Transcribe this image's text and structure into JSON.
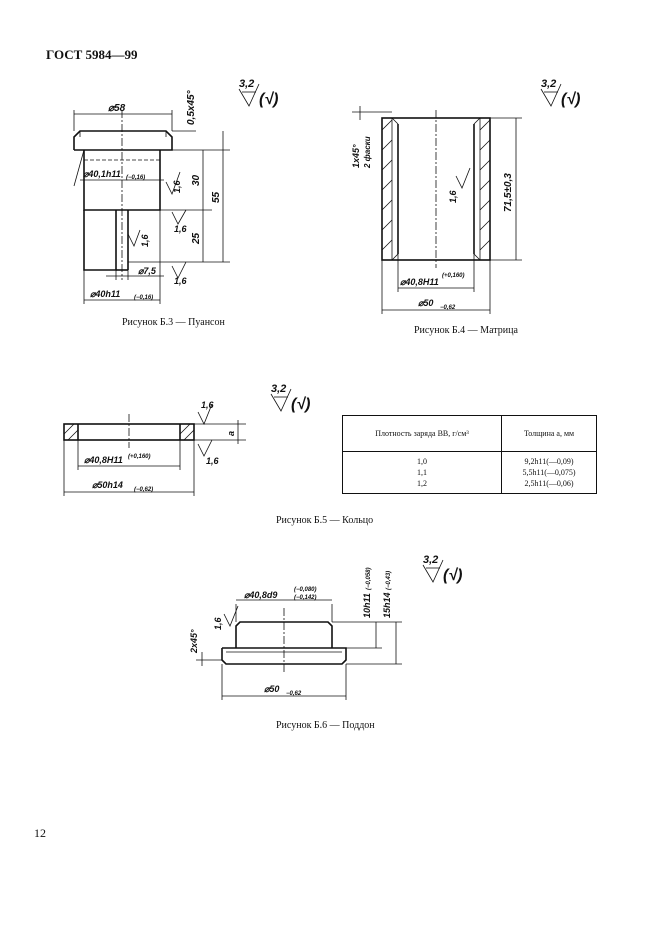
{
  "header": {
    "standard": "ГОСТ 5984—99"
  },
  "page_number": "12",
  "rough_sign": {
    "value": "3,2",
    "check": "(√)"
  },
  "fig_b3": {
    "caption": "Рисунок Б.3 — Пуансон",
    "dims": {
      "d58": "⌀58",
      "chamfer": "0,5x45°",
      "d40_1": "⌀40,1h11",
      "d40_1_tol": "(−0,16)",
      "l30": "30",
      "l55": "55",
      "l25": "25",
      "d7_5": "⌀7,5",
      "d40": "⌀40h11",
      "d40_tol": "(−0,16)"
    },
    "roughness": [
      "1,6",
      "1,6",
      "1,6",
      "1,6"
    ]
  },
  "fig_b4": {
    "caption": "Рисунок Б.4 — Матрица",
    "dims": {
      "chamfer": "1x45°",
      "chamfer_note": "2 фаски",
      "length": "71,5±0,3",
      "bore": "⌀40,8H11",
      "bore_tol": "(+0,160)",
      "outer": "⌀50",
      "outer_tol": "−0,62"
    },
    "roughness": "1,6"
  },
  "fig_b5": {
    "caption": "Рисунок Б.5 — Кольцо",
    "dims": {
      "bore": "⌀40,8H11",
      "bore_tol": "(+0,160)",
      "outer": "⌀50h14",
      "outer_tol": "(−0,62)",
      "thickness": "a"
    },
    "roughness": [
      "1,6",
      "1,6"
    ],
    "table": {
      "headers": [
        "Плотность заряда ВВ, г/см³",
        "Толщина а, мм"
      ],
      "rows": [
        [
          "1,0",
          "9,2h11(—0,09)"
        ],
        [
          "1,1",
          "5,5h11(—0,075)"
        ],
        [
          "1,2",
          "2,5h11(—0,06)"
        ]
      ]
    }
  },
  "fig_b6": {
    "caption": "Рисунок Б.6 — Поддон",
    "dims": {
      "boss": "⌀40,8d9",
      "boss_tol_upper": "(−0,080)",
      "boss_tol_lower": "(−0,142)",
      "h10": "10h11",
      "h10_tol": "(−0,058)",
      "h15": "15h14",
      "h15_tol": "(−0,43)",
      "chamfer": "2x45°",
      "outer": "⌀50",
      "outer_tol": "−0,62"
    },
    "roughness": "1,6"
  }
}
